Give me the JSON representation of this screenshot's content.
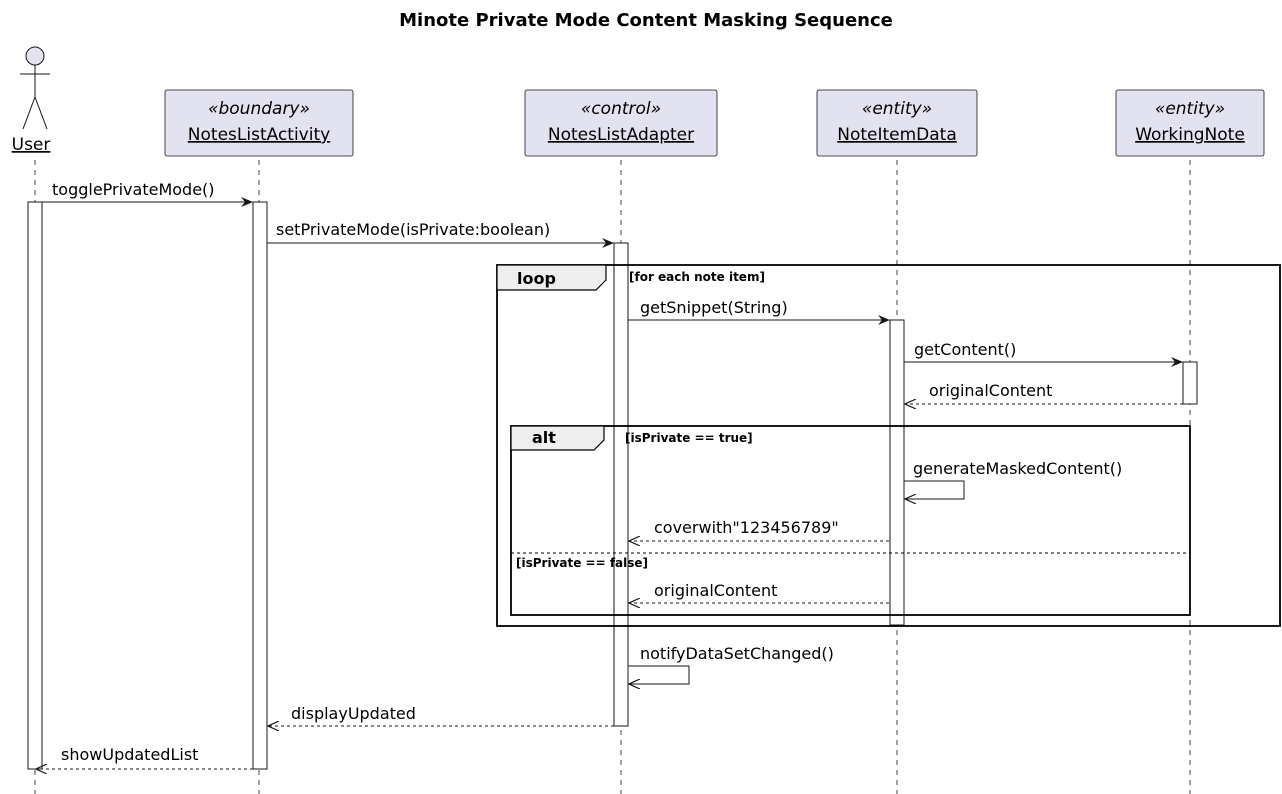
{
  "title": "Minote Private Mode Content Masking Sequence",
  "actor": {
    "name": "User"
  },
  "participants": [
    {
      "stereotype": "«boundary»",
      "name": "NotesListActivity"
    },
    {
      "stereotype": "«control»",
      "name": "NotesListAdapter"
    },
    {
      "stereotype": "«entity»",
      "name": "NoteItemData"
    },
    {
      "stereotype": "«entity»",
      "name": "WorkingNote"
    }
  ],
  "messages": {
    "toggle": "togglePrivateMode()",
    "setPrivate": "setPrivateMode(isPrivate:boolean)",
    "getSnippet": "getSnippet(String)",
    "getContent": "getContent()",
    "originalContent1": "originalContent",
    "generateMasked": "generateMaskedContent()",
    "coverwith": "coverwith\"123456789\"",
    "originalContent2": "originalContent",
    "notify": "notifyDataSetChanged()",
    "displayUpdated": "displayUpdated",
    "showUpdatedList": "showUpdatedList"
  },
  "fragments": {
    "loop": {
      "label": "loop",
      "guard": "[for each note item]"
    },
    "alt": {
      "label": "alt",
      "guard": "[isPrivate == true]",
      "else_guard": "[isPrivate == false]"
    }
  }
}
